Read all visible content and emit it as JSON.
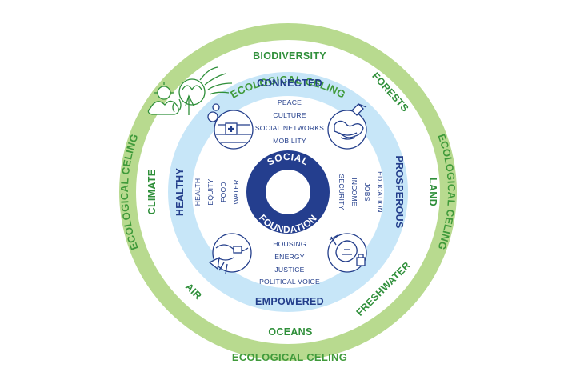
{
  "ecological_ceiling": {
    "top": "ECOLOGICAL CELING",
    "left": "ECOLOGICAL CELING",
    "right": "ECOLOGICAL CELING",
    "bottom": "ECOLOGICAL CELING"
  },
  "boundaries": {
    "biodiversity": "BIODIVERSITY",
    "forests": "FORESTS",
    "land": "LAND",
    "freshwater": "FRESHWATER",
    "oceans": "OCEANS",
    "air": "AIR",
    "climate": "CLIMATE"
  },
  "needs": {
    "connected": {
      "label": "CONNECTED",
      "items": [
        "PEACE",
        "CULTURE",
        "SOCIAL NETWORKS",
        "MOBILITY"
      ]
    },
    "prosperous": {
      "label": "PROSPEROUS",
      "items": [
        "EDUCATION",
        "JOBS",
        "INCOME",
        "SECURITY"
      ]
    },
    "empowered": {
      "label": "EMPOWERED",
      "items": [
        "HOUSING",
        "ENERGY",
        "JUSTICE",
        "POLITICAL VOICE"
      ]
    },
    "healthy": {
      "label": "HEALTHY",
      "items": [
        "HEALTH",
        "EQUITY",
        "FOOD",
        "WATER"
      ]
    }
  },
  "core": {
    "top": "SOCIAL",
    "bottom": "FOUNDATION"
  },
  "icons": {
    "nature": "plants-birds-icon",
    "connected": "people-connection-icon",
    "prosperous": "globe-handshake-icon",
    "empowered": "globe-tools-icon",
    "healthy": "globe-healthcare-icon"
  },
  "colors": {
    "outer_ring": "#b8da8f",
    "light_blue": "#c7e6f8",
    "navy": "#233e8b",
    "green_text": "#2f8f3a"
  }
}
